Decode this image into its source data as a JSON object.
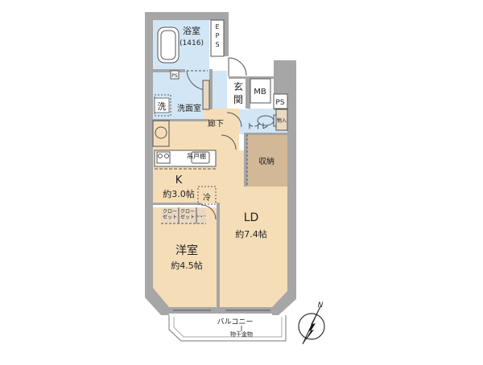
{
  "rooms": {
    "bath": {
      "name": "浴室",
      "size": "(1416)"
    },
    "eps": {
      "letters": [
        "E",
        "P",
        "S"
      ]
    },
    "entrance": {
      "chars": [
        "玄",
        "関"
      ]
    },
    "mb": "MB",
    "ps_upper": "PS",
    "ps_small": "PS",
    "wash_icon": "洗",
    "washroom": "洗面室",
    "corridor": "廊下",
    "toilet": "トイレ",
    "storage_bin": "収納",
    "shelf_small": "物入",
    "kitchen_shelf": "吊戸棚",
    "storage": "収納",
    "kitchen": {
      "letter": "K",
      "area": "約3.0帖"
    },
    "fridge": "冷",
    "closet1": [
      "クロー",
      "ゼット"
    ],
    "closet2": [
      "クロー",
      "ゼット"
    ],
    "cabinet": [
      "シュー"
    ],
    "ld": {
      "name": "LD",
      "area": "約7.4帖"
    },
    "western": {
      "name": "洋室",
      "area": "約4.5帖"
    },
    "balcony": "バルコニー",
    "drying": "物干金物",
    "north": "N"
  },
  "colors": {
    "wall": "#a6a6a6",
    "wood": "#f5ddb8",
    "wet": "#d3e6f5",
    "storage": "#d2b896",
    "closet": "#e9d9c2"
  }
}
